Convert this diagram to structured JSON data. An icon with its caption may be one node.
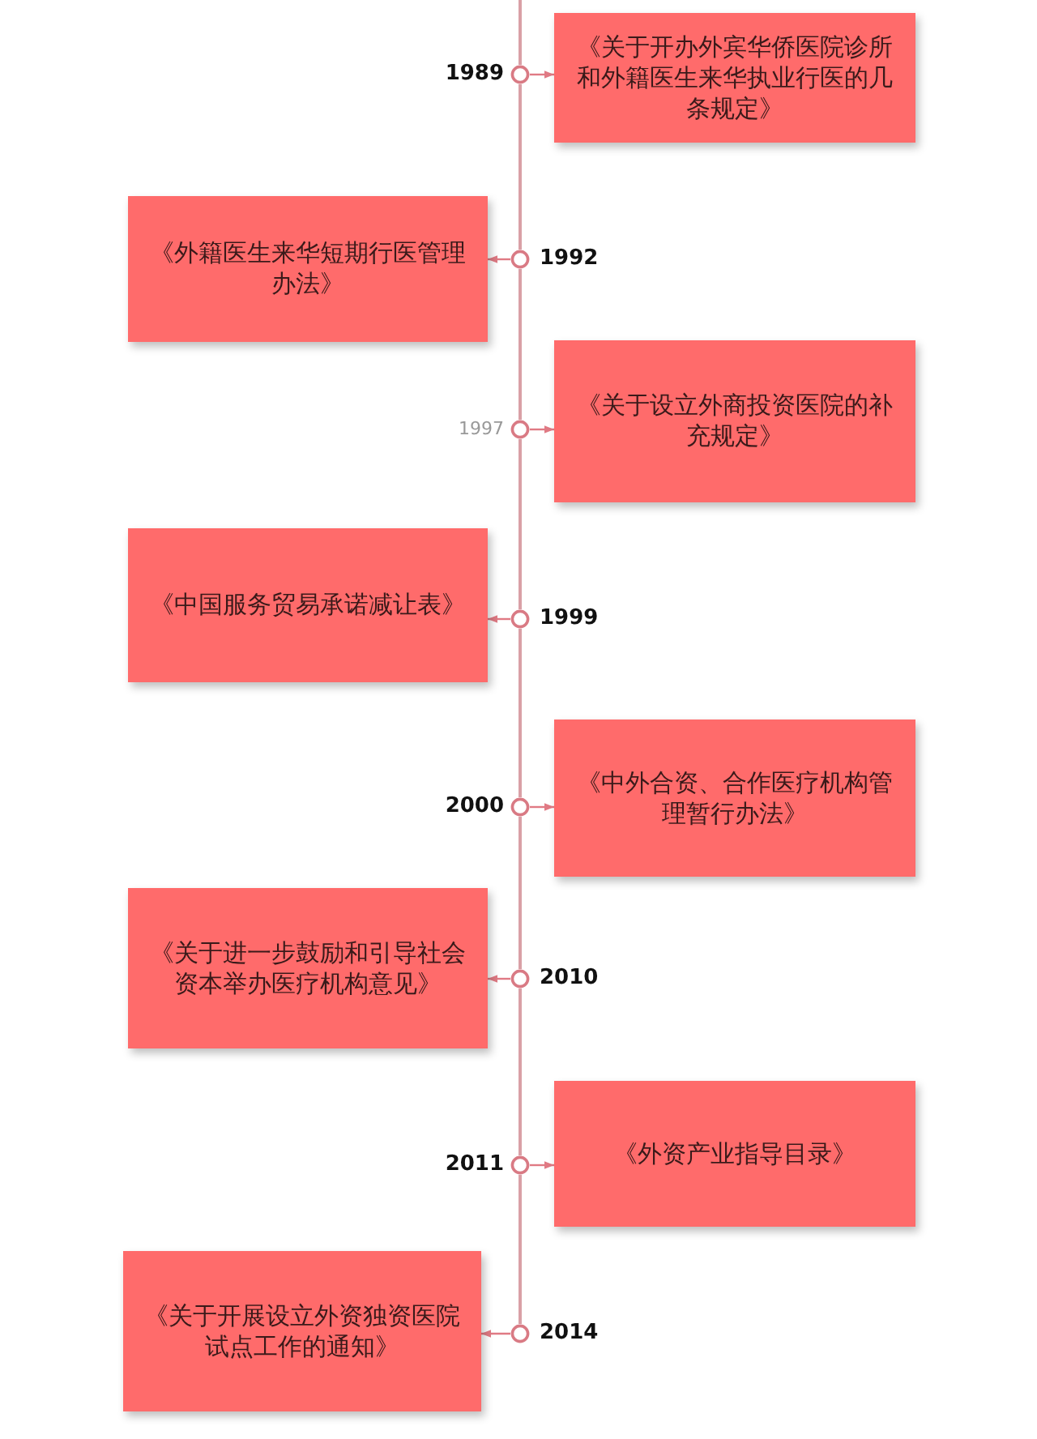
{
  "diagram": {
    "nodes": [
      {
        "text": [
          "《关于开办外宾华侨医院诊所和外籍医生来华执业行医的几条规定》"
        ]
      },
      {
        "text": [
          "《外籍医生来华短期行医管理办法》"
        ]
      },
      {
        "text": [
          "《关于设立外商投资医院的补充规定》"
        ]
      },
      {
        "text": [
          "《中国服务贸易承诺减让表》"
        ]
      },
      {
        "text": [
          "《中外合资、合作医疗机构管理暂行办法》"
        ]
      },
      {
        "text": [
          "《关于进一步鼓励和引导社会资本举办医疗机构意见》"
        ]
      },
      {
        "text": [
          "《外资产业指导目录》"
        ]
      },
      {
        "text": [
          "《关于开展设立外资独资医院试点工作的通知》"
        ]
      },
      {
        "text": [],
        "shape": "circle",
        "beside": [
          "1989"
        ]
      },
      {
        "text": [],
        "shape": "circle",
        "beside": [
          "1992"
        ]
      },
      {
        "text": [],
        "shape": "circle",
        "beside": [
          "1997"
        ]
      },
      {
        "text": [],
        "shape": "circle",
        "beside": [
          "1999"
        ]
      },
      {
        "text": [],
        "shape": "circle",
        "beside": [
          "2000"
        ]
      },
      {
        "text": [],
        "shape": "circle",
        "beside": [
          "2010"
        ]
      },
      {
        "text": [],
        "shape": "circle",
        "beside": [
          "2011"
        ]
      },
      {
        "text": [],
        "shape": "circle",
        "beside": [
          "2014"
        ]
      }
    ],
    "edges": [
      {
        "from": 8,
        "to": 0,
        "arrow": "to"
      },
      {
        "from": 9,
        "to": 1,
        "arrow": "to"
      },
      {
        "from": 10,
        "to": 2,
        "arrow": "to"
      },
      {
        "from": 11,
        "to": 3,
        "arrow": "to"
      },
      {
        "from": 12,
        "to": 4,
        "arrow": "to"
      },
      {
        "from": 13,
        "to": 5,
        "arrow": "to"
      },
      {
        "from": 14,
        "to": 6,
        "arrow": "to"
      },
      {
        "from": 15,
        "to": 7,
        "arrow": "to"
      },
      {
        "from": null,
        "to": 8,
        "arrow": "none"
      },
      {
        "from": 8,
        "to": 9,
        "arrow": "none"
      },
      {
        "from": 9,
        "to": 10,
        "arrow": "none"
      },
      {
        "from": 10,
        "to": 11,
        "arrow": "none"
      },
      {
        "from": 11,
        "to": 12,
        "arrow": "none"
      },
      {
        "from": 12,
        "to": 13,
        "arrow": "none"
      },
      {
        "from": 13,
        "to": 14,
        "arrow": "none"
      },
      {
        "from": 14,
        "to": 15,
        "arrow": "none"
      }
    ]
  }
}
